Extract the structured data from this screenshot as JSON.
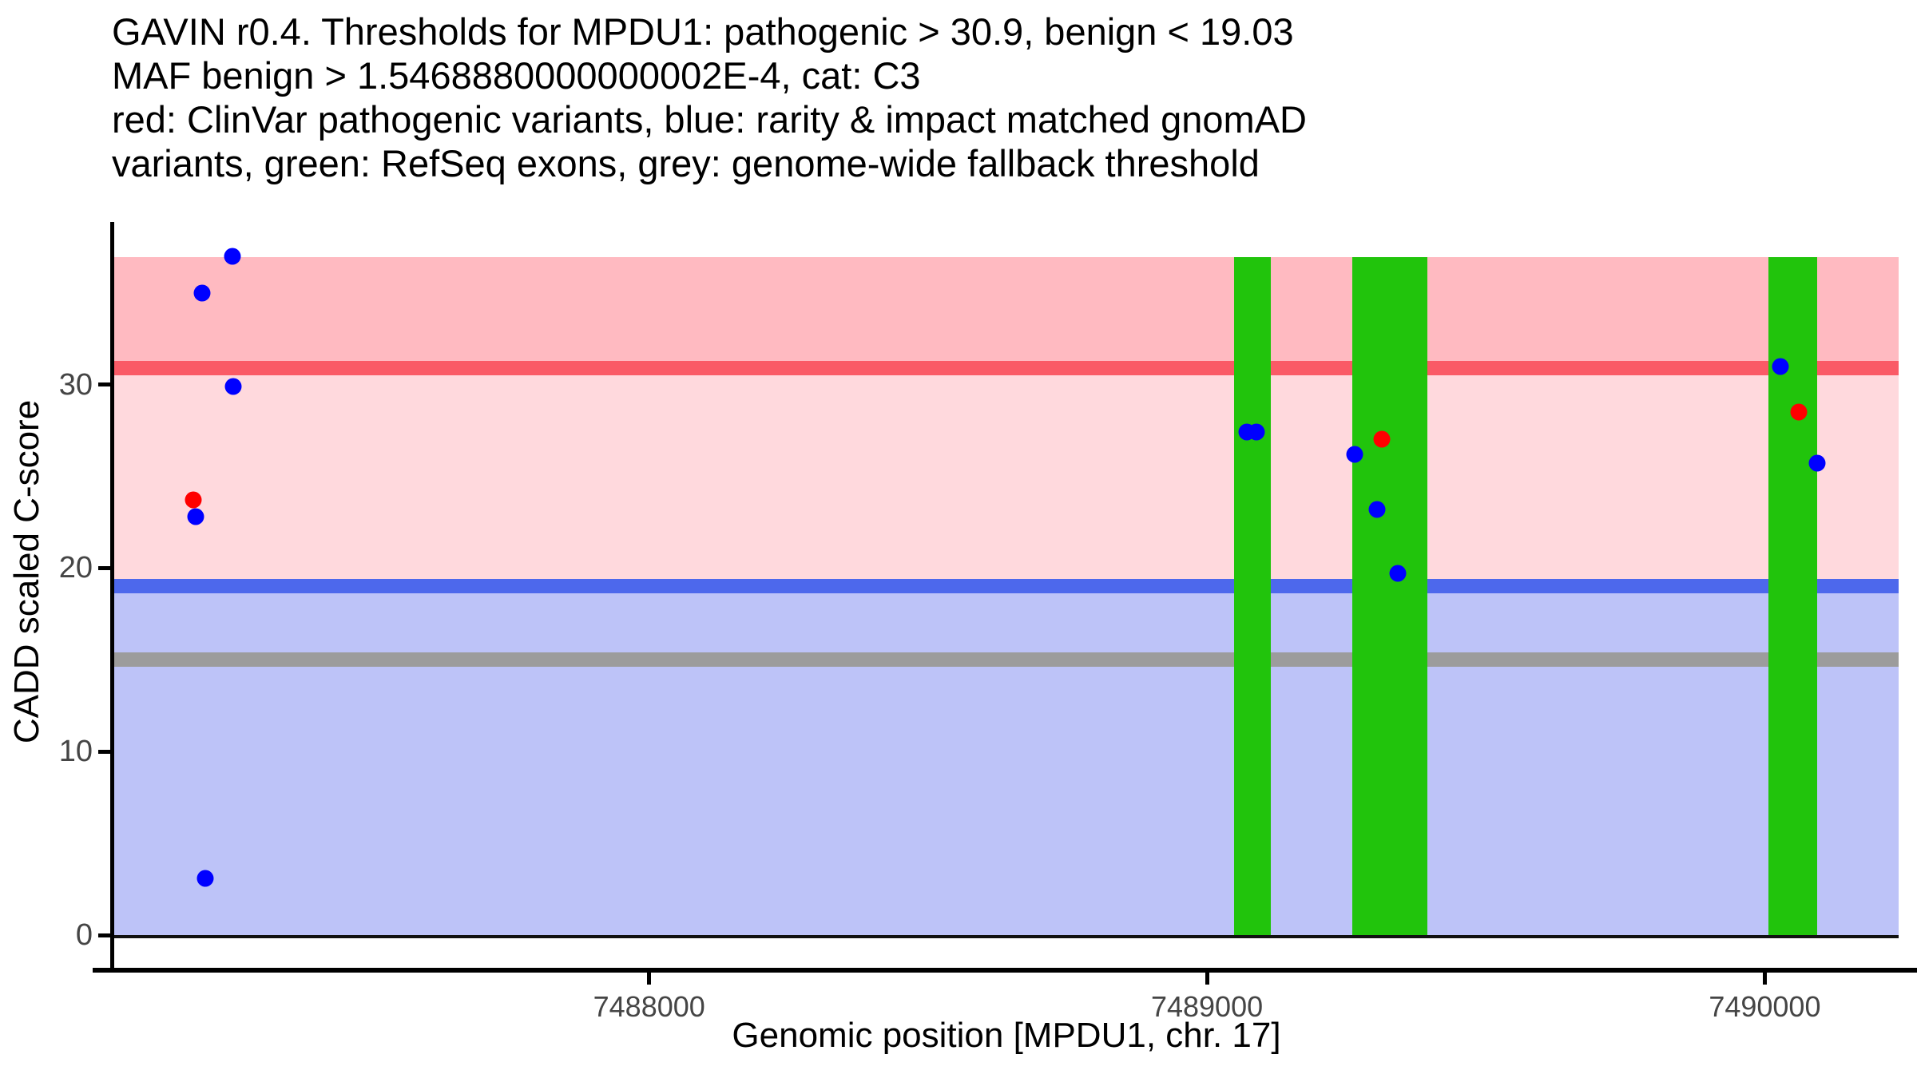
{
  "chart_data": {
    "type": "scatter",
    "title_lines": [
      "GAVIN r0.4. Thresholds for MPDU1: pathogenic > 30.9, benign < 19.03",
      "MAF benign > 1.5468880000000002E-4, cat: C3",
      "red: ClinVar pathogenic variants, blue: rarity & impact matched gnomAD",
      "variants, green: RefSeq exons, grey: genome-wide fallback threshold"
    ],
    "xlabel": "Genomic position [MPDU1, chr. 17]",
    "ylabel": "CADD scaled C-score",
    "gene": "MPDU1",
    "chromosome": "17",
    "x_ticks": [
      7488000,
      7489000,
      7490000
    ],
    "y_ticks": [
      0,
      10,
      20,
      30
    ],
    "xlim": [
      7487041,
      7490240
    ],
    "ylim": [
      0,
      36.95
    ],
    "grid": false,
    "legend_position": "none",
    "thresholds": {
      "pathogenic_cadd": 30.9,
      "benign_cadd": 19.03,
      "genome_wide_fallback_cadd": 15,
      "maf_benign": "1.5468880000000002E-4",
      "category": "C3"
    },
    "exons": [
      [
        7489049,
        7489114
      ],
      [
        7489261,
        7489395
      ],
      [
        7490006,
        7490094
      ]
    ],
    "series": [
      {
        "name": "ClinVar pathogenic variants",
        "color": "#ff0000",
        "points": [
          [
            7487183,
            23.7
          ],
          [
            7489314,
            27.0
          ],
          [
            7490061,
            28.5
          ]
        ]
      },
      {
        "name": "rarity & impact matched gnomAD variants",
        "color": "#0000ff",
        "points": [
          [
            7487253,
            37.0
          ],
          [
            7487199,
            35.0
          ],
          [
            7487254,
            29.9
          ],
          [
            7487187,
            22.8
          ],
          [
            7487204,
            3.1
          ],
          [
            7489071,
            27.4
          ],
          [
            7489088,
            27.4
          ],
          [
            7489265,
            26.2
          ],
          [
            7489305,
            23.2
          ],
          [
            7489342,
            19.7
          ],
          [
            7490028,
            31.0
          ],
          [
            7490094,
            25.7
          ]
        ]
      }
    ],
    "colors": {
      "pathogenic_band": "#ffbac1",
      "uncertain_band": "#ffd9dd",
      "benign_band": "#bdc3f8",
      "pathogenic_line": "#fa5a66",
      "benign_line": "#4d68ec",
      "fallback_line": "#9c9c9c",
      "exon": "#21c40c",
      "zero_line": "#111111",
      "clinvar_point": "#ff0000",
      "gnomad_point": "#0000ff"
    }
  }
}
